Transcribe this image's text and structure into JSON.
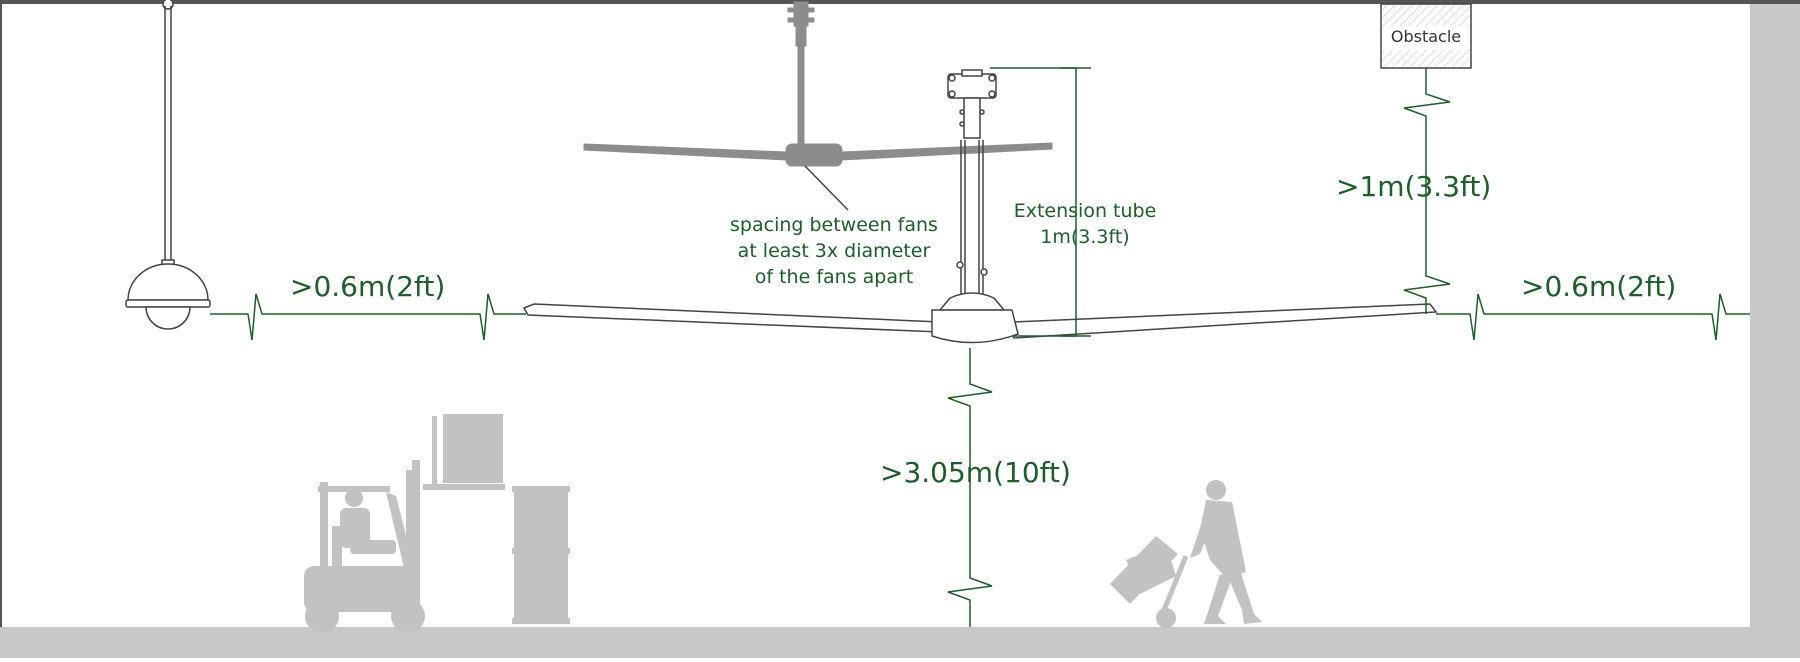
{
  "labels": {
    "left_clearance": ">0.6m(2ft)",
    "right_clearance": ">0.6m(2ft)",
    "obstacle_clearance": ">1m(3.3ft)",
    "floor_clearance": ">3.05m(10ft)",
    "obstacle": "Obstacle",
    "spacing_line1": "spacing between fans",
    "spacing_line2": "at least 3x diameter",
    "spacing_line3": "of the fans apart",
    "tube_line1": "Extension tube",
    "tube_line2": "1m(3.3ft)"
  },
  "colors": {
    "dimension": "#1d5e2a",
    "silhouette": "#c2c2c2",
    "far_fan": "#8c8c8c",
    "outline": "#444444",
    "floor": "#c8c8c8",
    "frame": "#555555"
  }
}
